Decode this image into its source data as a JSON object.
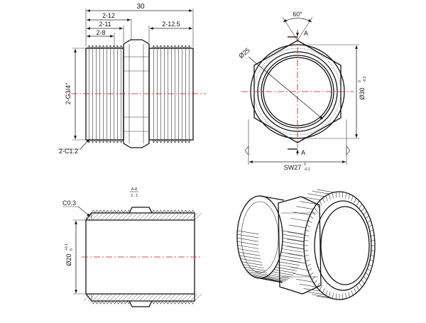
{
  "front_view": {
    "dim_overall": "30",
    "dim_2_12": "2-12",
    "dim_2_11": "2-11",
    "dim_2_8": "2-8",
    "dim_2_12_5": "2-12.5",
    "thread_label": "2-G3/4\"",
    "chamfer_label": "2-C1.2"
  },
  "side_view": {
    "angle_label": "60°",
    "section_mark_top": "A",
    "section_mark_bottom": "A",
    "diameter_label": "Ø25",
    "od_label": "Ø30",
    "od_tol_upper": "0",
    "od_tol_lower": "-0.2",
    "across_flats_label": "SW27",
    "af_tol_upper": "0",
    "af_tol_lower": "-0.2"
  },
  "section_view": {
    "title": "A-A",
    "scale": "2 : 1",
    "chamfer_label": "C0.3",
    "bore_label": "Ø20",
    "bore_tol_upper": "+0.1",
    "bore_tol_lower": "0"
  },
  "iso_view": {}
}
